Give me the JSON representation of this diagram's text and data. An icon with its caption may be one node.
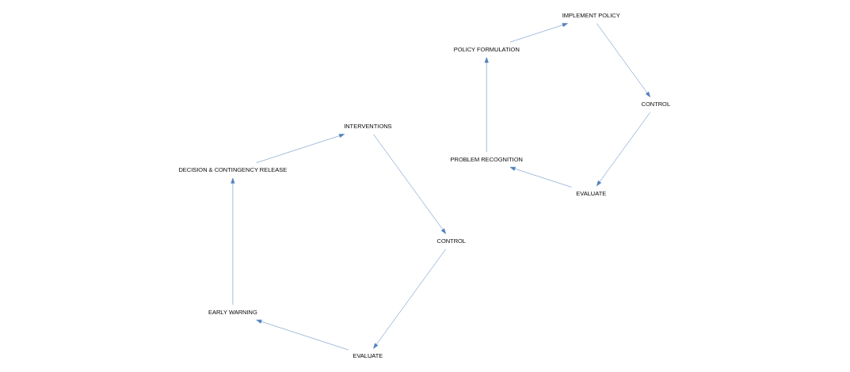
{
  "diagram": {
    "nodes": [
      {
        "text": [
          "EVALUATE"
        ]
      },
      {
        "text": [
          "PROBLEM RECOGNITION"
        ]
      },
      {
        "text": [
          "POLICY FORMULATION"
        ]
      },
      {
        "text": [
          "IMPLEMENT POLICY"
        ]
      },
      {
        "text": [
          "CONTROL"
        ]
      },
      {
        "text": [
          "EVALUATE"
        ]
      },
      {
        "text": [
          "EARLY WARNING"
        ]
      },
      {
        "text": [
          "DECISION & CONTINGENCY RELEASE"
        ]
      },
      {
        "text": [
          "INTERVENTIONS"
        ]
      },
      {
        "text": [
          "CONTROL"
        ]
      }
    ],
    "edges": [
      {
        "from": 0,
        "to": 1,
        "arrow": "to"
      },
      {
        "from": 1,
        "to": 2,
        "arrow": "to"
      },
      {
        "from": 2,
        "to": 3,
        "arrow": "to"
      },
      {
        "from": 3,
        "to": 4,
        "arrow": "to"
      },
      {
        "from": 4,
        "to": 0,
        "arrow": "to"
      },
      {
        "from": 5,
        "to": 6,
        "arrow": "to"
      },
      {
        "from": 6,
        "to": 7,
        "arrow": "to"
      },
      {
        "from": 7,
        "to": 8,
        "arrow": "to"
      },
      {
        "from": 8,
        "to": 9,
        "arrow": "to"
      },
      {
        "from": 9,
        "to": 5,
        "arrow": "to"
      }
    ]
  }
}
